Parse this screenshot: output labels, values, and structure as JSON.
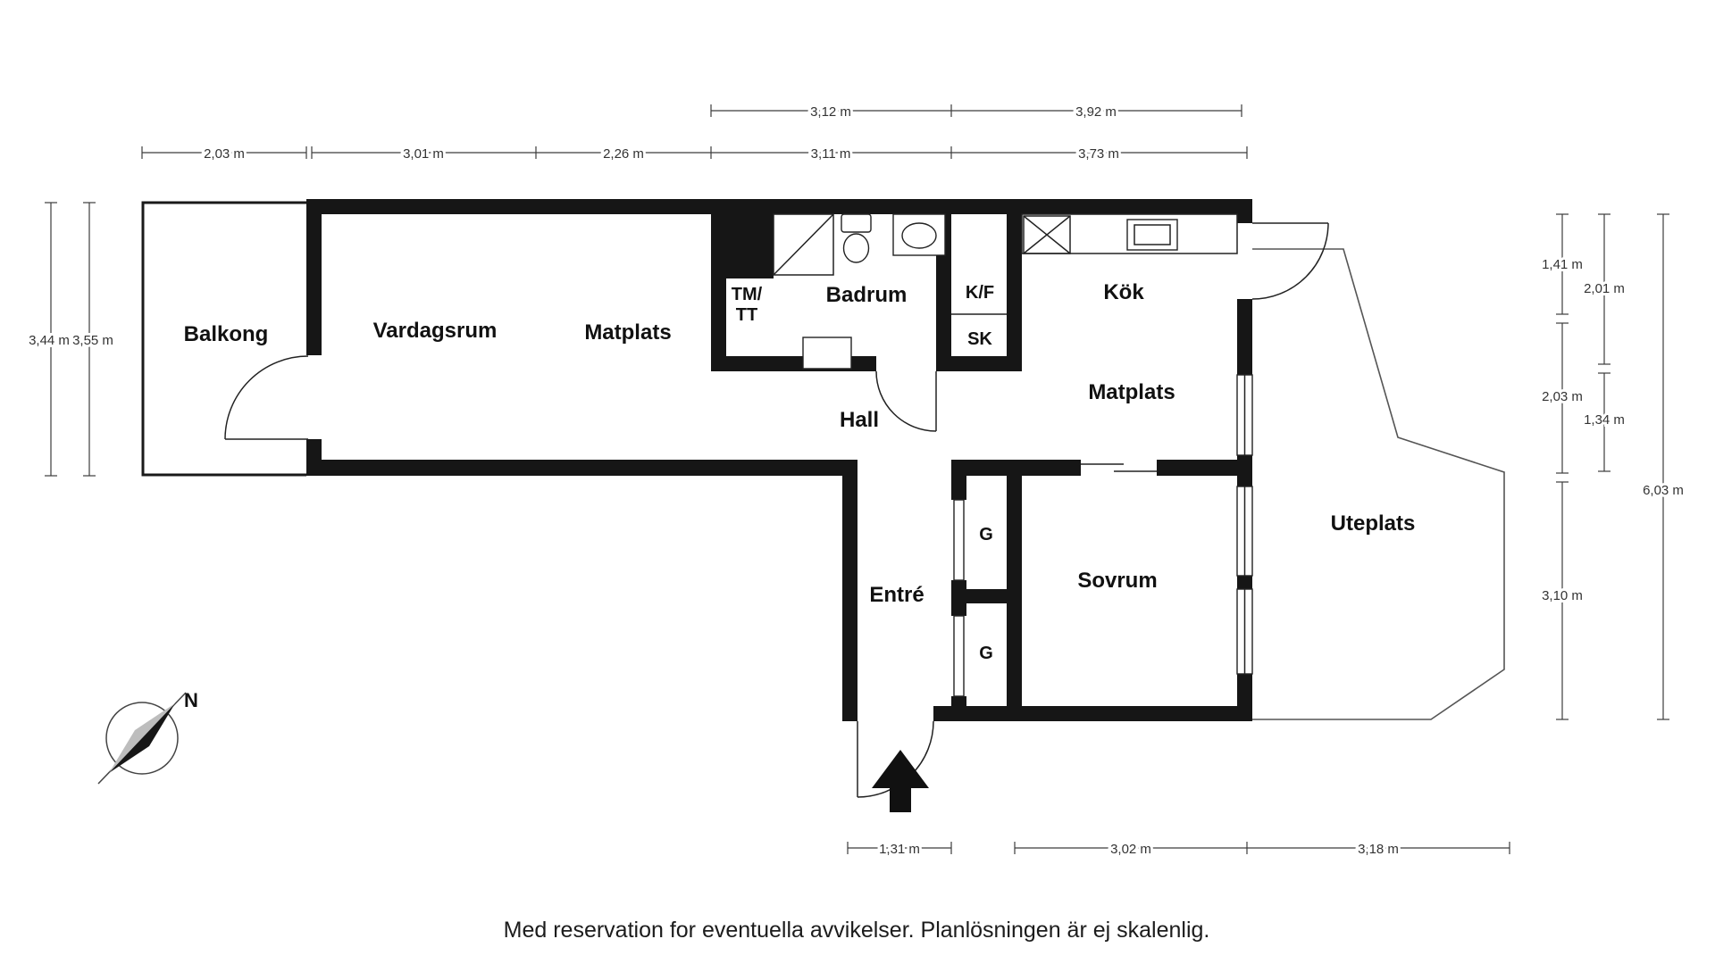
{
  "disclaimer": "Med reservation for eventuella avvikelser. Planlösningen är ej skalenlig.",
  "compass": {
    "label": "N"
  },
  "rooms": {
    "balkong": "Balkong",
    "vardagsrum": "Vardagsrum",
    "matplats_vast": "Matplats",
    "tm": "TM/",
    "tt": "TT",
    "badrum": "Badrum",
    "kf": "K/F",
    "sk": "SK",
    "kok": "Kök",
    "matplats_ost": "Matplats",
    "hall": "Hall",
    "entre": "Entré",
    "garderob1": "G",
    "garderob2": "G",
    "sovrum": "Sovrum",
    "uteplats": "Uteplats"
  },
  "dims": {
    "ovre_1": "3,12 m",
    "ovre_2": "3,92 m",
    "topp_1": "2,03 m",
    "topp_2": "3,01 m",
    "topp_3": "2,26 m",
    "topp_4": "3,11 m",
    "topp_5": "3,73 m",
    "vanster_1": "3,44 m",
    "vanster_2": "3,55 m",
    "hoger_1": "1,41 m",
    "hoger_2": "2,01 m",
    "hoger_3": "2,03 m",
    "hoger_4": "1,34 m",
    "hoger_5": "6,03 m",
    "hoger_6": "3,10 m",
    "botten_1": "1,31 m",
    "botten_2": "3,02 m",
    "botten_3": "3,18 m"
  },
  "colors": {
    "wall": "#161616",
    "dimension": "#3c3c3c",
    "patio_outline": "#555555"
  }
}
